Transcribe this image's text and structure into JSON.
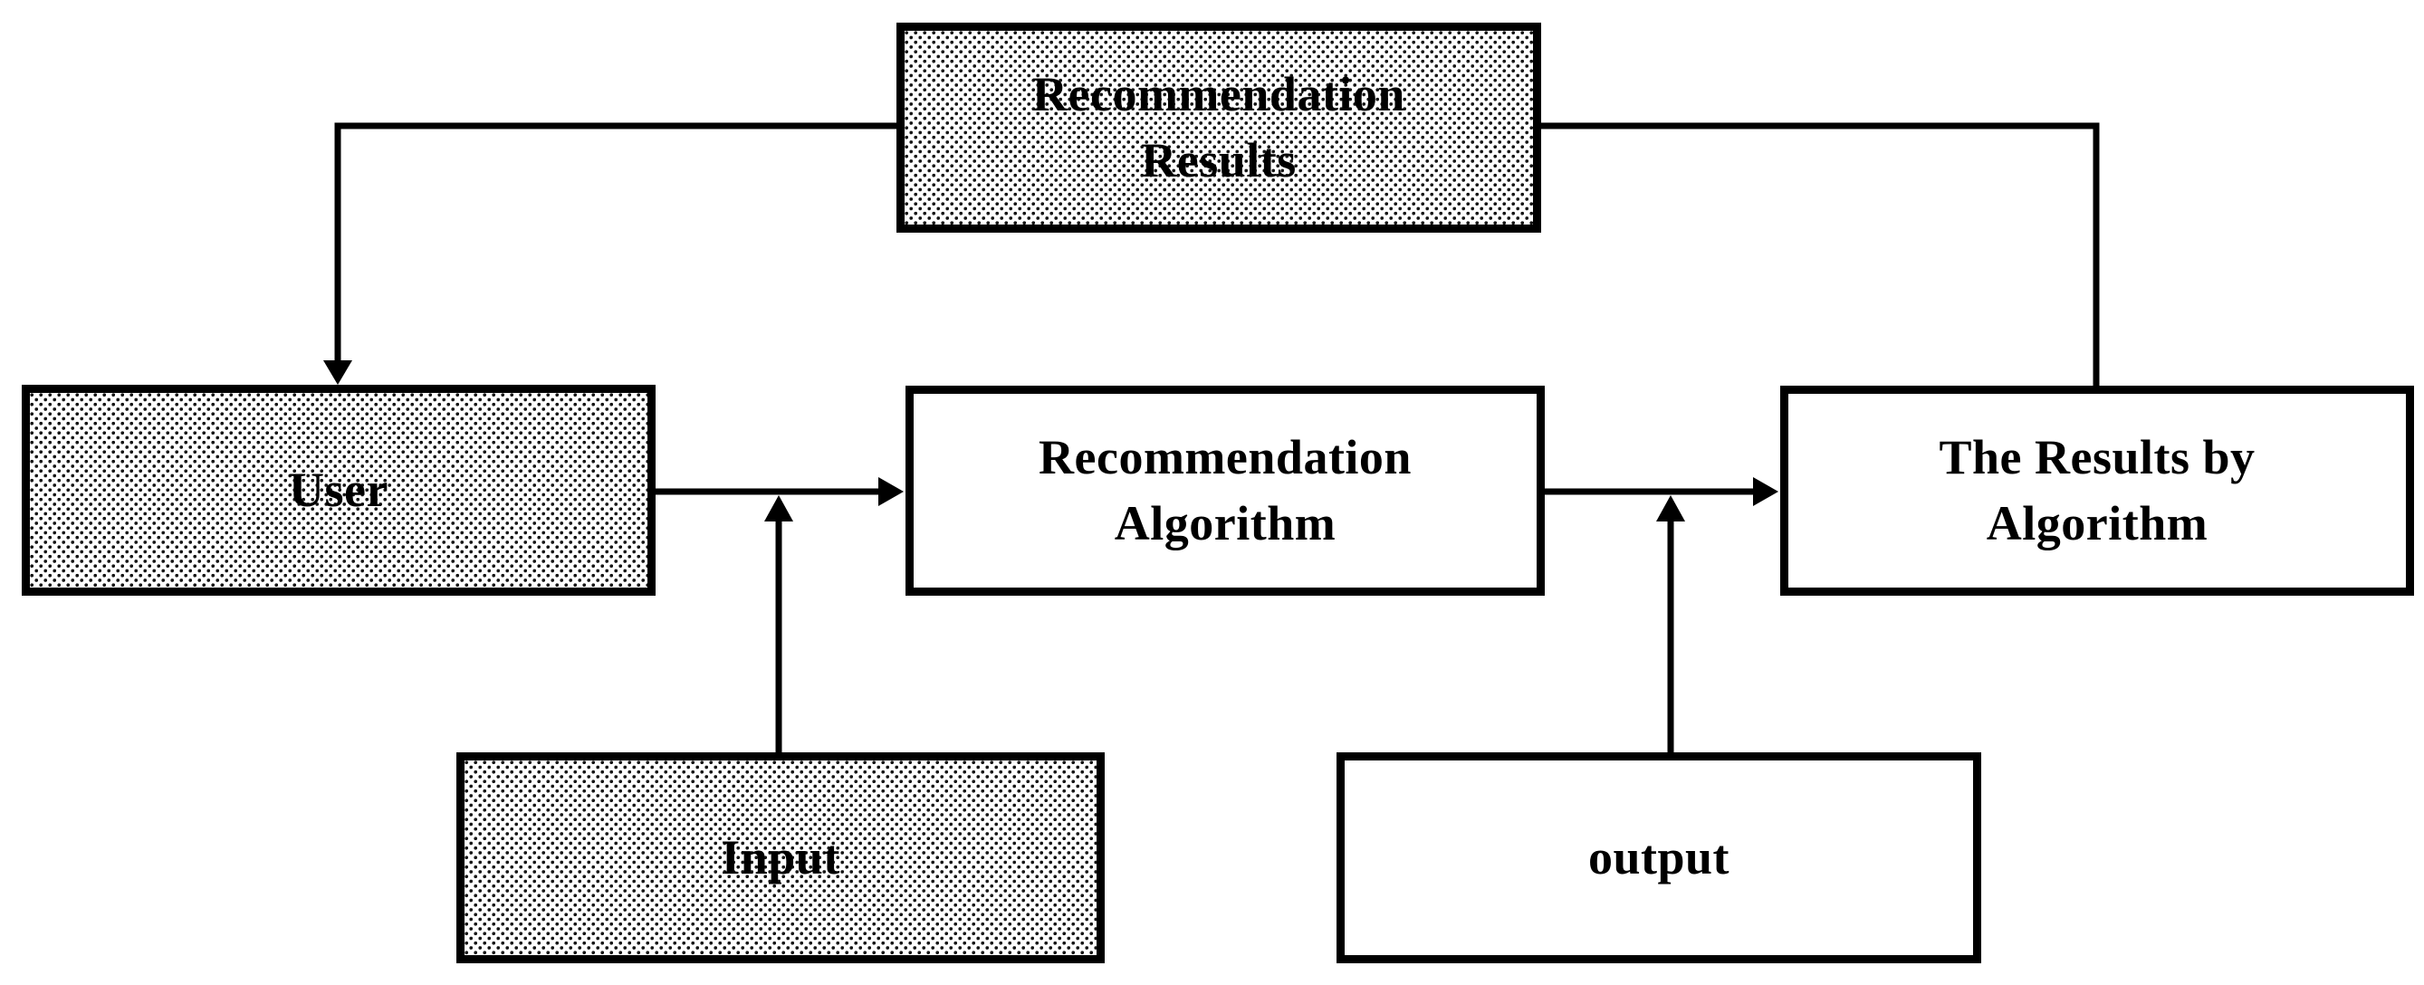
{
  "diagram": {
    "nodes": [
      {
        "id": "recommendation-results",
        "label": "Recommendation Results",
        "lines": [
          "Recommendation",
          "Results"
        ],
        "fill": "dotted"
      },
      {
        "id": "user",
        "label": "User",
        "lines": [
          "User"
        ],
        "fill": "dotted"
      },
      {
        "id": "recommendation-algorithm",
        "label": "Recommendation Algorithm",
        "lines": [
          "Recommendation",
          "Algorithm"
        ],
        "fill": "white"
      },
      {
        "id": "results-by-algorithm",
        "label": "The Results by Algorithm",
        "lines": [
          "The Results by",
          "Algorithm"
        ],
        "fill": "white"
      },
      {
        "id": "input",
        "label": "Input",
        "lines": [
          "Input"
        ],
        "fill": "dotted"
      },
      {
        "id": "output",
        "label": "output",
        "lines": [
          "output"
        ],
        "fill": "white"
      }
    ],
    "edges": [
      {
        "from": "recommendation-results",
        "to": "user",
        "route": "left-then-down",
        "arrowhead": "down"
      },
      {
        "from": "recommendation-results",
        "to": "results-by-algorithm",
        "route": "right-then-down",
        "arrowhead": "none"
      },
      {
        "from": "user",
        "to": "recommendation-algorithm",
        "route": "straight-right",
        "arrowhead": "right"
      },
      {
        "from": "input",
        "to": "user-algorithm-connector",
        "route": "straight-up",
        "arrowhead": "up"
      },
      {
        "from": "recommendation-algorithm",
        "to": "results-by-algorithm",
        "route": "straight-right",
        "arrowhead": "right"
      },
      {
        "from": "output",
        "to": "algorithm-results-connector",
        "route": "straight-up",
        "arrowhead": "up"
      }
    ],
    "colors": {
      "line": "#000000",
      "border": "#000000",
      "text": "#000000",
      "background": "#ffffff",
      "stipple_dot": "#141414"
    }
  }
}
